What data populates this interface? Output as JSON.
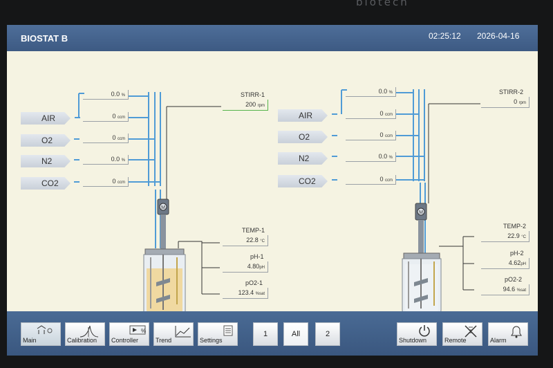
{
  "bezel_brand": "biotech",
  "header": {
    "title": "BIOSTAT B",
    "time": "02:25:12",
    "date": "2026-04-16"
  },
  "unit1": {
    "top_value": {
      "value": "0.0",
      "unit": "%"
    },
    "gases": [
      {
        "name": "AIR",
        "value": "0",
        "unit": "ccm"
      },
      {
        "name": "O2",
        "value": "0",
        "unit": "ccm"
      },
      {
        "name": "N2",
        "value": "0.0",
        "unit": "%"
      },
      {
        "name": "CO2",
        "value": "0",
        "unit": "ccm"
      }
    ],
    "stirr": {
      "label": "STIRR-1",
      "value": "200",
      "unit": "rpm"
    },
    "temp": {
      "label": "TEMP-1",
      "value": "22.8",
      "unit": "°C"
    },
    "ph": {
      "label": "pH-1",
      "value": "4.80",
      "unit": "pH"
    },
    "po2": {
      "label": "pO2-1",
      "value": "123.4",
      "unit": "%sat"
    },
    "motor": "M"
  },
  "unit2": {
    "top_value": {
      "value": "0.0",
      "unit": "%"
    },
    "gases": [
      {
        "name": "AIR",
        "value": "0",
        "unit": "ccm"
      },
      {
        "name": "O2",
        "value": "0",
        "unit": "ccm"
      },
      {
        "name": "N2",
        "value": "0.0",
        "unit": "%"
      },
      {
        "name": "CO2",
        "value": "0",
        "unit": "ccm"
      }
    ],
    "stirr": {
      "label": "STIRR-2",
      "value": "0",
      "unit": "rpm"
    },
    "temp": {
      "label": "TEMP-2",
      "value": "22.9",
      "unit": "°C"
    },
    "ph": {
      "label": "pH-2",
      "value": "4.62",
      "unit": "pH"
    },
    "po2": {
      "label": "pO2-2",
      "value": "94.6",
      "unit": "%sat"
    },
    "motor": "M"
  },
  "toolbar": {
    "main": "Main",
    "calibration": "Calibration",
    "controller": "Controller",
    "trend": "Trend",
    "settings": "Settings",
    "unit_1": "1",
    "unit_all": "All",
    "unit_2": "2",
    "shutdown": "Shutdown",
    "remote": "Remote",
    "alarm": "Alarm",
    "controller_icon_text": "%"
  },
  "colors": {
    "header": "#4e6e99",
    "background": "#f5f3e2",
    "line": "#4f9bd6",
    "active": "#55b44a"
  }
}
